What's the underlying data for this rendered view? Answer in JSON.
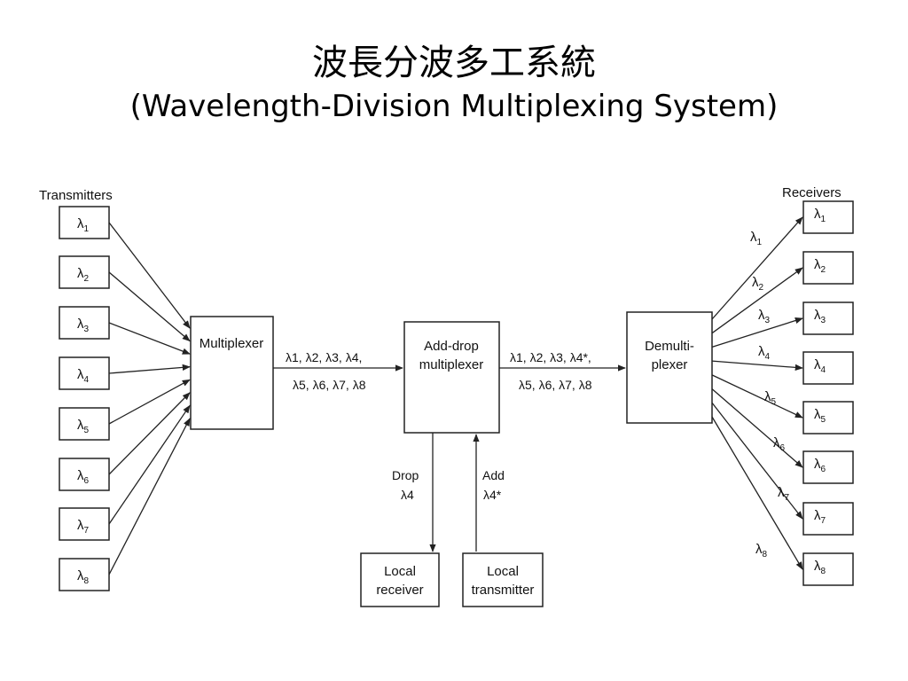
{
  "title": {
    "chinese": "波長分波多工系統",
    "english": "(Wavelength-Division Multiplexing System)"
  },
  "transmitters": {
    "heading": "Transmitters",
    "items": [
      {
        "sym": "λ",
        "sub": "1"
      },
      {
        "sym": "λ",
        "sub": "2"
      },
      {
        "sym": "λ",
        "sub": "3"
      },
      {
        "sym": "λ",
        "sub": "4"
      },
      {
        "sym": "λ",
        "sub": "5"
      },
      {
        "sym": "λ",
        "sub": "6"
      },
      {
        "sym": "λ",
        "sub": "7"
      },
      {
        "sym": "λ",
        "sub": "8"
      }
    ]
  },
  "receivers": {
    "heading": "Receivers",
    "items": [
      {
        "sym": "λ",
        "sub": "1"
      },
      {
        "sym": "λ",
        "sub": "2"
      },
      {
        "sym": "λ",
        "sub": "3"
      },
      {
        "sym": "λ",
        "sub": "4"
      },
      {
        "sym": "λ",
        "sub": "5"
      },
      {
        "sym": "λ",
        "sub": "6"
      },
      {
        "sym": "λ",
        "sub": "7"
      },
      {
        "sym": "λ",
        "sub": "8"
      }
    ]
  },
  "multiplexer": {
    "label": "Multiplexer"
  },
  "add_drop": {
    "line1": "Add-drop",
    "line2": "multiplexer"
  },
  "demux": {
    "line1": "Demulti-",
    "line2": "plexer"
  },
  "link1": {
    "line1": "λ1, λ2, λ3, λ4,",
    "line2": "λ5, λ6, λ7, λ8"
  },
  "link2": {
    "line1": "λ1, λ2, λ3, λ4*,",
    "line2": "λ5, λ6, λ7, λ8"
  },
  "drop": {
    "label": "Drop",
    "value": "λ4"
  },
  "add": {
    "label": "Add",
    "value": "λ4*"
  },
  "local_receiver": {
    "line1": "Local",
    "line2": "receiver"
  },
  "local_transmitter": {
    "line1": "Local",
    "line2": "transmitter"
  },
  "demux_branch_labels": [
    "λ1",
    "λ2",
    "λ3",
    "λ4",
    "λ5",
    "λ6",
    "λ7",
    "λ8"
  ]
}
